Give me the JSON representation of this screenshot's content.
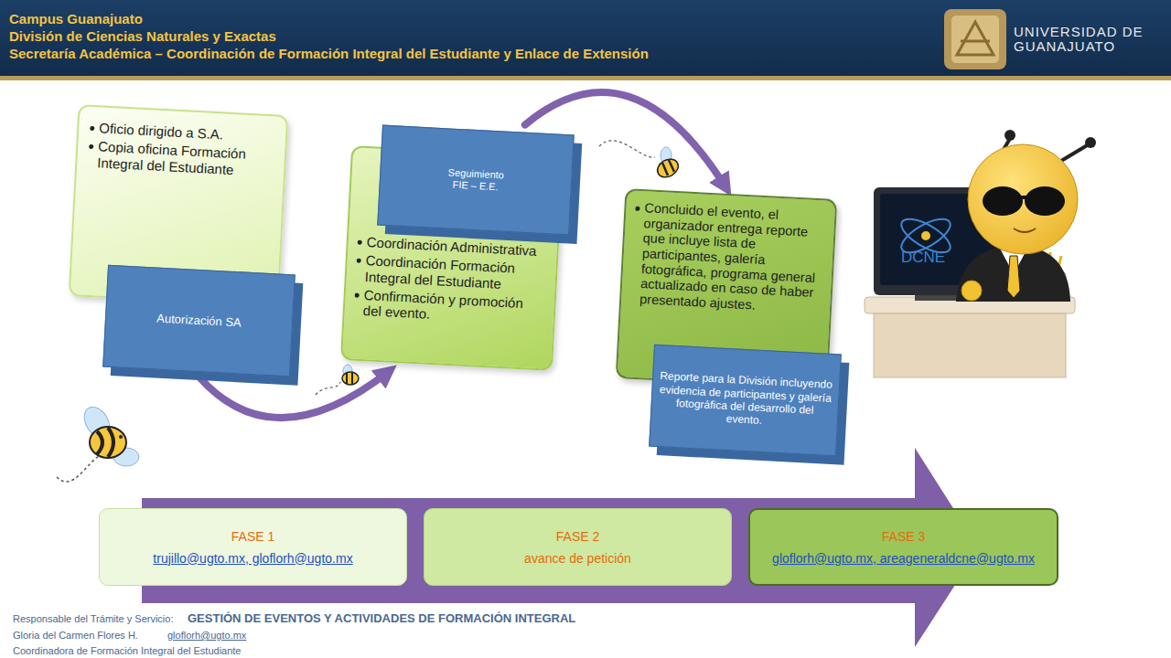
{
  "diagram": {
    "nodes": [
      {
        "text": [
          "Oficio dirigido a S.A.",
          "Copia oficina Formación Integral del Estudiante"
        ]
      },
      {
        "text": [
          "Autorización SA"
        ]
      },
      {
        "text": [
          "Coordinación Administrativa",
          "Coordinación Formación Integral del Estudiante",
          "Confirmación y promoción del evento."
        ]
      },
      {
        "text": [
          "Seguimiento FIE – E.E."
        ]
      },
      {
        "text": [
          "Concluido el evento, el organizador entrega reporte que incluye lista de participantes, galería fotográfica, programa general actualizado en caso de haber presentado ajustes."
        ]
      },
      {
        "text": [
          "Reporte para la División incluyendo evidencia de participantes y galería fotográfica del desarrollo del evento."
        ]
      },
      {
        "text": [
          "FASE 1",
          "trujillo@ugto.mx, gloflorh@ugto.mx"
        ]
      },
      {
        "text": [
          "FASE 2",
          "avance de petición"
        ]
      },
      {
        "text": [
          "FASE 3",
          "gloflorh@ugto.mx, areageneraldcne@ugto.mx"
        ]
      }
    ],
    "edges": [
      {
        "from": 1,
        "to": 2,
        "arrow": "to"
      },
      {
        "from": 3,
        "to": 4,
        "arrow": "to"
      }
    ],
    "labels": [
      "Campus Guanajuato",
      "División de Ciencias Naturales y Exactas",
      "Secretaría Académica – Coordinación de Formación Integral del Estudiante y Enlace de Extensión",
      "UNIVERSIDAD DE GUANAJUATO",
      "DCNE",
      "Responsable del Trámite y Servicio:",
      "GESTIÓN DE EVENTOS Y ACTIVIDADES DE FORMACIÓN INTEGRAL",
      "Gloria del Carmen Flores H.",
      "gloflorh@ugto.mx",
      "Coordinadora de Formación Integral del Estudiante"
    ]
  }
}
